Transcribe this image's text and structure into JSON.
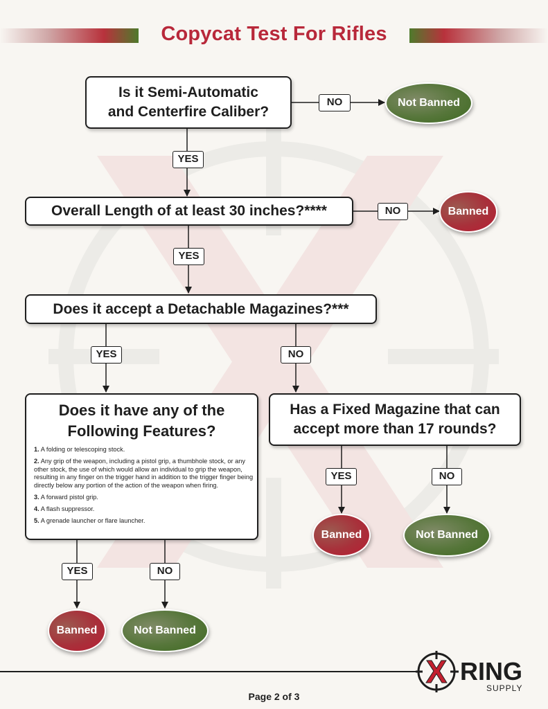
{
  "title": "Copycat Test For Rifles",
  "colors": {
    "accent_red": "#b8283a",
    "banned": "#b81e34",
    "not_banned": "#4e7a2c"
  },
  "nodes": {
    "q1": "Is it Semi-Automatic\nand Centerfire Caliber?",
    "q2": "Overall Length of at least 30 inches?****",
    "q3": "Does it accept a Detachable Magazines?***",
    "q4": "Does it have any of the\nFollowing Features?",
    "q5": "Has a Fixed Magazine that can\naccept more than 17 rounds?"
  },
  "features": [
    {
      "num": "1.",
      "text": "A folding or telescoping stock."
    },
    {
      "num": "2.",
      "text": "Any grip of the weapon, including a pistol grip, a thumbhole stock, or any other stock, the use of which would allow an individual to grip the weapon, resulting in any finger on the trigger hand in addition to the trigger finger being directly below any portion of the action of the weapon when firing."
    },
    {
      "num": "3.",
      "text": "A forward pistol grip."
    },
    {
      "num": "4.",
      "text": "A flash suppressor."
    },
    {
      "num": "5.",
      "text": "A grenade launcher or flare launcher."
    }
  ],
  "labels": {
    "yes": "YES",
    "no": "NO"
  },
  "outcomes": {
    "banned": "Banned",
    "not_banned": "Not Banned"
  },
  "footer": {
    "page": "Page 2 of 3"
  },
  "logo": {
    "x": "X",
    "ring": "RING",
    "supply": "SUPPLY"
  }
}
